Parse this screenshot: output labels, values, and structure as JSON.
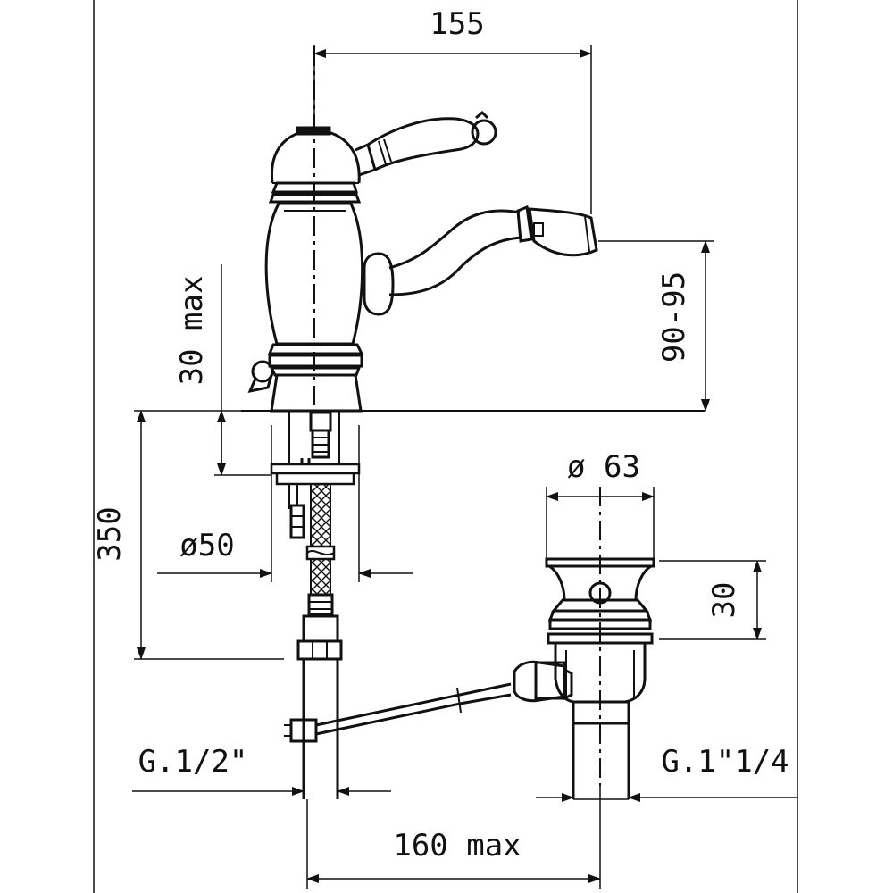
{
  "drawing": {
    "dimensions": {
      "spout_reach": "155",
      "spout_height": "90-95",
      "deck_thickness": "30 max",
      "hose_length": "350",
      "hole_diameter": "ø50",
      "waste_diameter": "ø 63",
      "waste_height": "30",
      "inlet_thread": "G.1/2\"",
      "waste_thread": "G.1\"1/4",
      "rod_length": "160 max"
    }
  }
}
